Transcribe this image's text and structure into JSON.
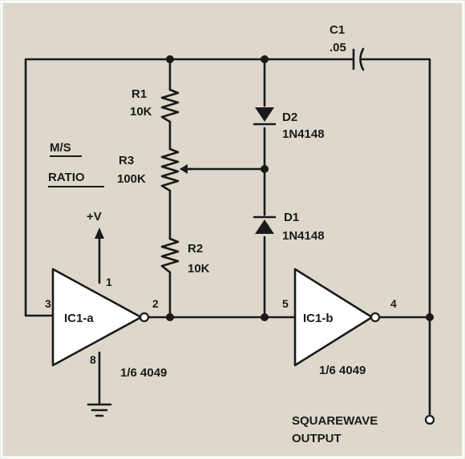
{
  "labels": {
    "c1": {
      "name": "C1",
      "value": ".05"
    },
    "r1": {
      "name": "R1",
      "value": "10K"
    },
    "r2": {
      "name": "R2",
      "value": "10K"
    },
    "r3": {
      "name": "R3",
      "value": "100K"
    },
    "d1": {
      "name": "D1",
      "value": "1N4148"
    },
    "d2": {
      "name": "D2",
      "value": "1N4148"
    },
    "ms_ratio": {
      "line1": "M/S",
      "line2": "RATIO"
    },
    "vplus": "+V",
    "ic1a": {
      "name": "IC1-a",
      "part": "1/6 4049"
    },
    "ic1b": {
      "name": "IC1-b",
      "part": "1/6 4049"
    },
    "pins": {
      "p1": "1",
      "p2": "2",
      "p3": "3",
      "p4": "4",
      "p5": "5",
      "p8": "8"
    },
    "output": {
      "line1": "SQUAREWAVE",
      "line2": "OUTPUT"
    }
  }
}
